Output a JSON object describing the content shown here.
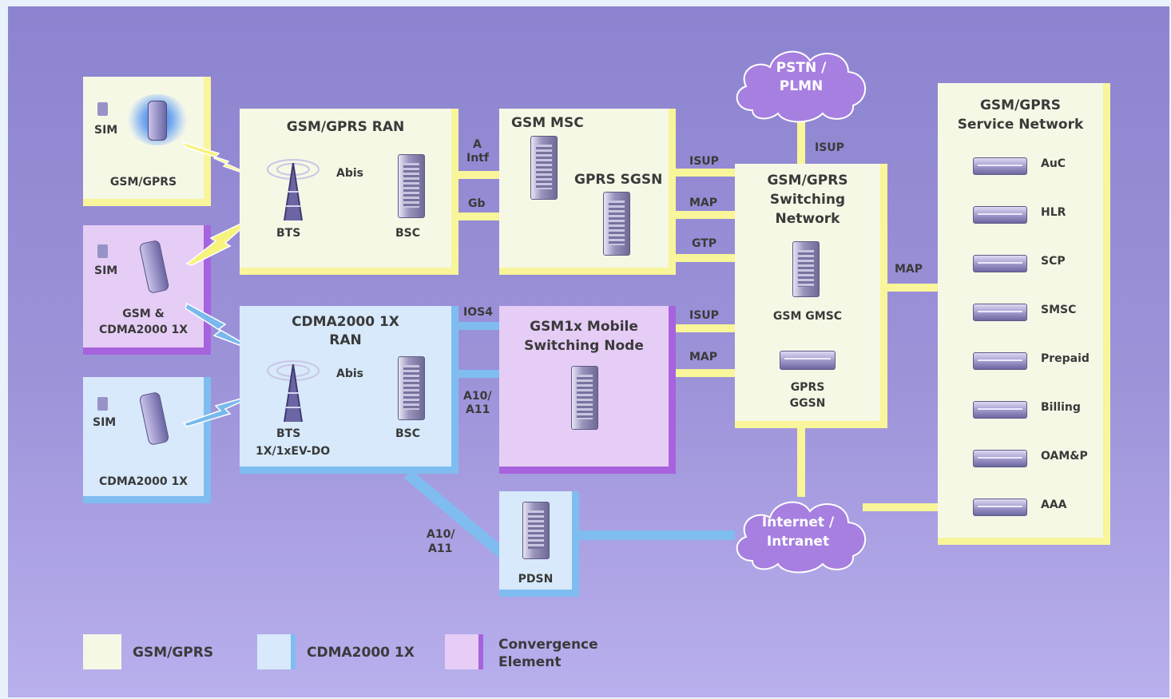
{
  "handsets": {
    "gsm": {
      "sim": "SIM",
      "label": "GSM/GPRS"
    },
    "dual": {
      "sim": "SIM",
      "label_line1": "GSM &",
      "label_line2": "CDMA2000 1X"
    },
    "cdma": {
      "sim": "SIM",
      "label": "CDMA2000 1X"
    }
  },
  "gsm_ran": {
    "title": "GSM/GPRS RAN",
    "abis": "Abis",
    "bts": "BTS",
    "bsc": "BSC"
  },
  "cdma_ran": {
    "title_line1": "CDMA2000 1X",
    "title_line2": "RAN",
    "abis": "Abis",
    "bts_line1": "BTS",
    "bts_line2": "1X/1xEV-DO",
    "bsc": "BSC"
  },
  "gsm_msc": {
    "title": "GSM MSC",
    "sgsn": "GPRS SGSN"
  },
  "convergence_node": {
    "title_line1": "GSM1x Mobile",
    "title_line2": "Switching Node"
  },
  "switching": {
    "title_line1": "GSM/GPRS",
    "title_line2": "Switching",
    "title_line3": "Network",
    "gmsc": "GSM GMSC",
    "ggsn_line1": "GPRS",
    "ggsn_line2": "GGSN"
  },
  "service_network": {
    "title_line1": "GSM/GPRS",
    "title_line2": "Service Network",
    "items": [
      "AuC",
      "HLR",
      "SCP",
      "SMSC",
      "Prepaid",
      "Billing",
      "OAM&P",
      "AAA"
    ]
  },
  "clouds": {
    "pstn_line1": "PSTN /",
    "pstn_line2": "PLMN",
    "internet_line1": "Internet /",
    "internet_line2": "Intranet"
  },
  "pdsn": {
    "label": "PDSN"
  },
  "interfaces": {
    "a_intf_line1": "A",
    "a_intf_line2": "Intf",
    "gb": "Gb",
    "isup_top": "ISUP",
    "isup1": "ISUP",
    "map1": "MAP",
    "gtp": "GTP",
    "ios4": "IOS4",
    "a10_mid_line1": "A10/",
    "a10_mid_line2": "A11",
    "isup2": "ISUP",
    "map2": "MAP",
    "map_service": "MAP",
    "a10_bottom_line1": "A10/",
    "a10_bottom_line2": "A11"
  },
  "legend": {
    "gsm": "GSM/GPRS",
    "cdma": "CDMA2000 1X",
    "conv_line1": "Convergence",
    "conv_line2": "Element"
  },
  "colors": {
    "gsm_fill": "#f6f8e6",
    "gsm_link": "#f8f59a",
    "cdma_fill": "#d7e9fb",
    "cdma_link": "#7fbdf0",
    "conv_fill": "#e6cdf6",
    "conv_edge": "#a763dd",
    "background": "#9d93d9",
    "cloud": "#a77fe0"
  }
}
